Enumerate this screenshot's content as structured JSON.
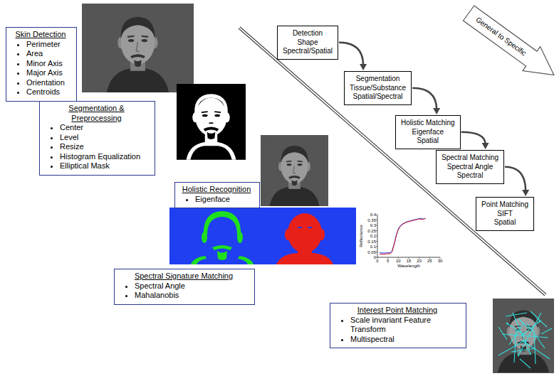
{
  "diagram": {
    "nodes": [
      {
        "text": [
          "Skin Detection",
          "Perimeter",
          "Area",
          "Minor Axis",
          "Major Axis",
          "Orientation",
          "Centroids"
        ]
      },
      {
        "text": [
          "Segmentation & Preprocessing",
          "Center",
          "Level",
          "Resize",
          "Histogram Equalization",
          "Elliptical Mask"
        ]
      },
      {
        "text": [
          "Holistic Recognition",
          "Eigenface"
        ]
      },
      {
        "text": [
          "Spectral Signature Matching",
          "Spectral Angle",
          "Mahalanobis"
        ]
      },
      {
        "text": [
          "Interest Point Matching",
          "Scale invariant Feature Transform",
          "Multispectral"
        ]
      },
      {
        "text": [
          "Detection",
          "Shape",
          "Spectral/Spatial"
        ]
      },
      {
        "text": [
          "Segmentation",
          "Tissue/Substance",
          "Spatial/Spectral"
        ]
      },
      {
        "text": [
          "Holistic Matching",
          "Eigenface",
          "Spatial"
        ]
      },
      {
        "text": [
          "Spectral Matching",
          "Spectral Angle",
          "Spectral"
        ]
      },
      {
        "text": [
          "Point Matching",
          "SIFT",
          "Spatial"
        ]
      },
      {
        "text": [
          "General to Specific"
        ]
      }
    ],
    "edges": [
      {
        "from": 5,
        "to": 6,
        "arrow": "to"
      },
      {
        "from": 6,
        "to": 7,
        "arrow": "to"
      },
      {
        "from": 7,
        "to": 8,
        "arrow": "to"
      },
      {
        "from": 8,
        "to": 9,
        "arrow": "to"
      }
    ],
    "labels": [
      "Reflectance",
      "Wavelength",
      "0",
      "5",
      "10",
      "15",
      "20",
      "25",
      "30",
      "0",
      "0.05",
      "0.1",
      "0.15",
      "0.2",
      "0.25",
      "0.3",
      "0.35",
      "0.4"
    ]
  }
}
